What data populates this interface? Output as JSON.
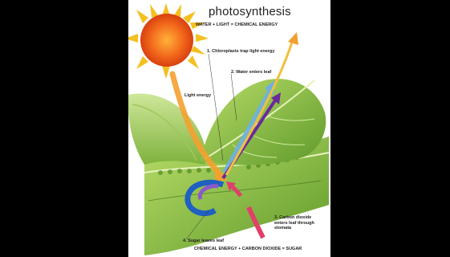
{
  "diagram": {
    "title": "photosynthesis",
    "equation_top": "WATER + LIGHT = CHEMICAL ENERGY",
    "equation_bottom": "CHEMICAL ENERGY + CARBON DIOXIDE = SUGAR",
    "labels": {
      "light_energy": "Light energy",
      "step1": "1. Chloroplasts trap light energy",
      "step2": "2. Water enters leaf",
      "step3": "3. Carbon dioxide enters leaf through stomata",
      "step4": "4. Sugar leaves leaf"
    }
  },
  "colors": {
    "sun": "#f15a1a",
    "leaf": "#8cc43a",
    "water_arrow": "#6fb0e0",
    "energy_arrow": "#6a2a9a",
    "co2_arrow": "#e0406a",
    "light_arrow": "#f5a030",
    "sugar_arrow": "#2060c0"
  }
}
